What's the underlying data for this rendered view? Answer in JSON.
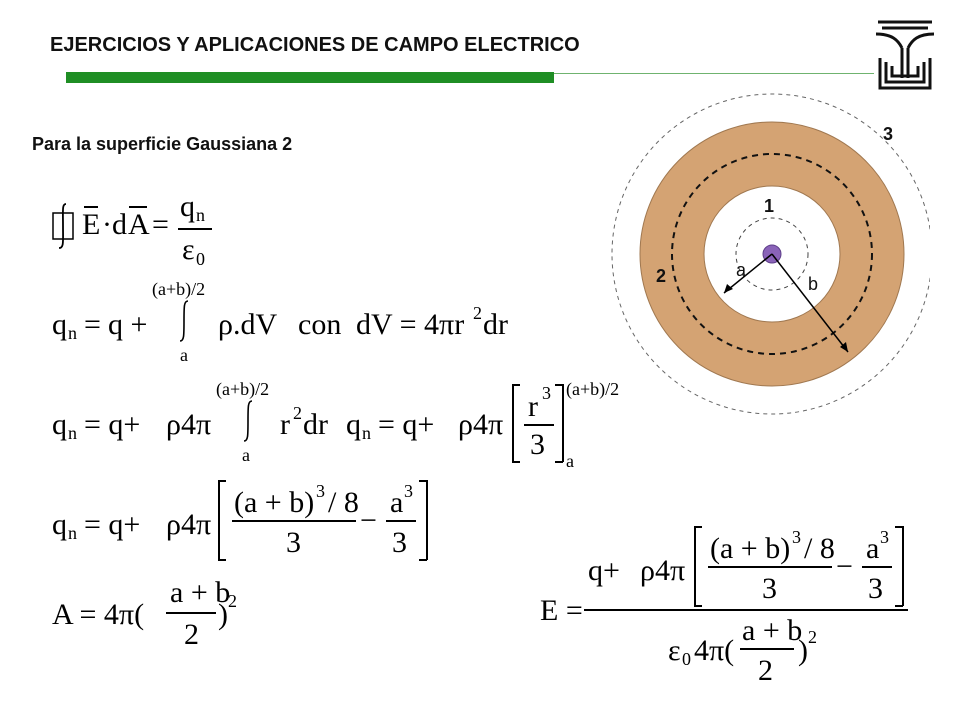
{
  "slide": {
    "title": "EJERCICIOS Y APLICACIONES DE CAMPO ELECTRICO",
    "subtitle": "Para la superficie Gaussiana 2",
    "accent_color": "#1f8e24",
    "logo_icon": "institution-logo-icon"
  },
  "diagram": {
    "labels": {
      "surface_1": "1",
      "surface_2": "2",
      "surface_3": "3",
      "radius_a": "a",
      "radius_b": "b"
    },
    "shell_color": "#d4a373",
    "charge_color": "#8a63b8"
  },
  "equations": {
    "eq1": {
      "E": "E",
      "dot": "·",
      "d": "d",
      "A": "A",
      "eq": "=",
      "q": "q",
      "n": "n",
      "eps": "ε",
      "zero": "0"
    },
    "eq2": {
      "qn_q": "q",
      "qn_n": "n",
      "eq": "=",
      "q_plus": "q +",
      "upper": "(a+b)/2",
      "lower": "a",
      "rho_dV": "ρ.dV",
      "con": "con",
      "dV": "dV = 4πr",
      "sq": "2",
      "dr": "dr"
    },
    "eq3": {
      "qn_q": "q",
      "qn_n": "n",
      "eq": "= q+",
      "rho4pi": "ρ4π",
      "upper": "(a+b)/2",
      "lower": "a",
      "r": "r",
      "sq": "2",
      "dr": "dr",
      "qn2_q": "q",
      "qn2_n": "n",
      "eq2": "= q+",
      "rho4pi2": "ρ4π",
      "r3_r": "r",
      "r3_exp": "3",
      "den": "3",
      "upper2": "(a+b)/2",
      "lower2": "a"
    },
    "eq4": {
      "qn_q": "q",
      "qn_n": "n",
      "eq": "= q+",
      "rho4pi": "ρ4π",
      "num1": "(a + b)",
      "num1_exp": "3",
      "num1_div": "/ 8",
      "den1": "3",
      "minus": "−",
      "num2": "a",
      "num2_exp": "3",
      "den2": "3"
    },
    "eq5": {
      "A": "A = 4π(",
      "num": "a + b",
      "den": "2",
      "close": ")",
      "exp": "2"
    },
    "eq6": {
      "E": "E =",
      "qplus": "q+",
      "rho4pi": "ρ4π",
      "num1": "(a + b)",
      "num1_exp": "3",
      "num1_div": "/ 8",
      "den1": "3",
      "minus": "−",
      "num2": "a",
      "num2_exp": "3",
      "den2": "3",
      "eps": "ε",
      "zero": "0",
      "fourpi": "4π(",
      "frac_num": "a + b",
      "frac_den": "2",
      "close": ")",
      "exp": "2"
    }
  }
}
